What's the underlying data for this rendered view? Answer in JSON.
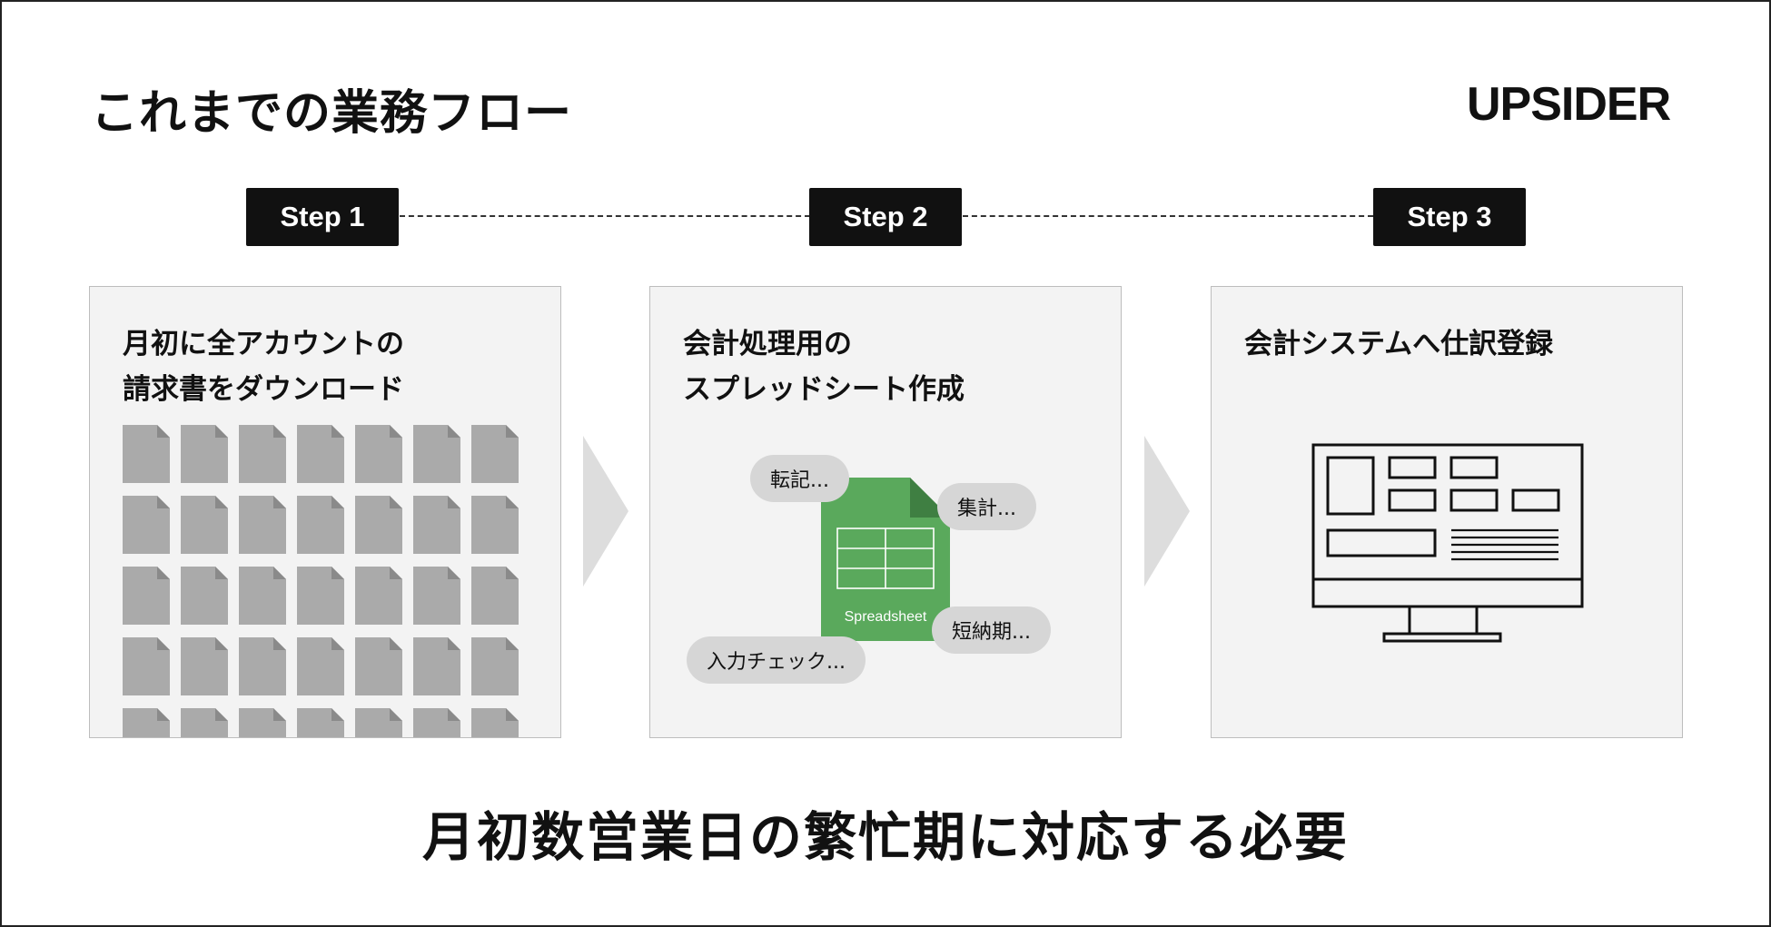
{
  "header": {
    "title": "これまでの業務フロー",
    "logo_text": "UPSIDER"
  },
  "steps": [
    {
      "label": "Step 1",
      "title": "月初に全アカウントの\n請求書をダウンロード"
    },
    {
      "label": "Step 2",
      "title": "会計処理用の\nスプレッドシート作成"
    },
    {
      "label": "Step 3",
      "title": "会計システムへ仕訳登録"
    }
  ],
  "step2_illustration": {
    "sheet_label": "Spreadsheet",
    "sheet_color": "#5aa95c",
    "bubbles": [
      "転記...",
      "集計...",
      "短納期...",
      "入力チェック..."
    ]
  },
  "conclusion": "月初数営業日の繁忙期に対応する必要",
  "colors": {
    "badge": "#111111",
    "panel_bg": "#f3f3f3",
    "document": "#aaaaaa",
    "arrow": "#dddddd"
  }
}
